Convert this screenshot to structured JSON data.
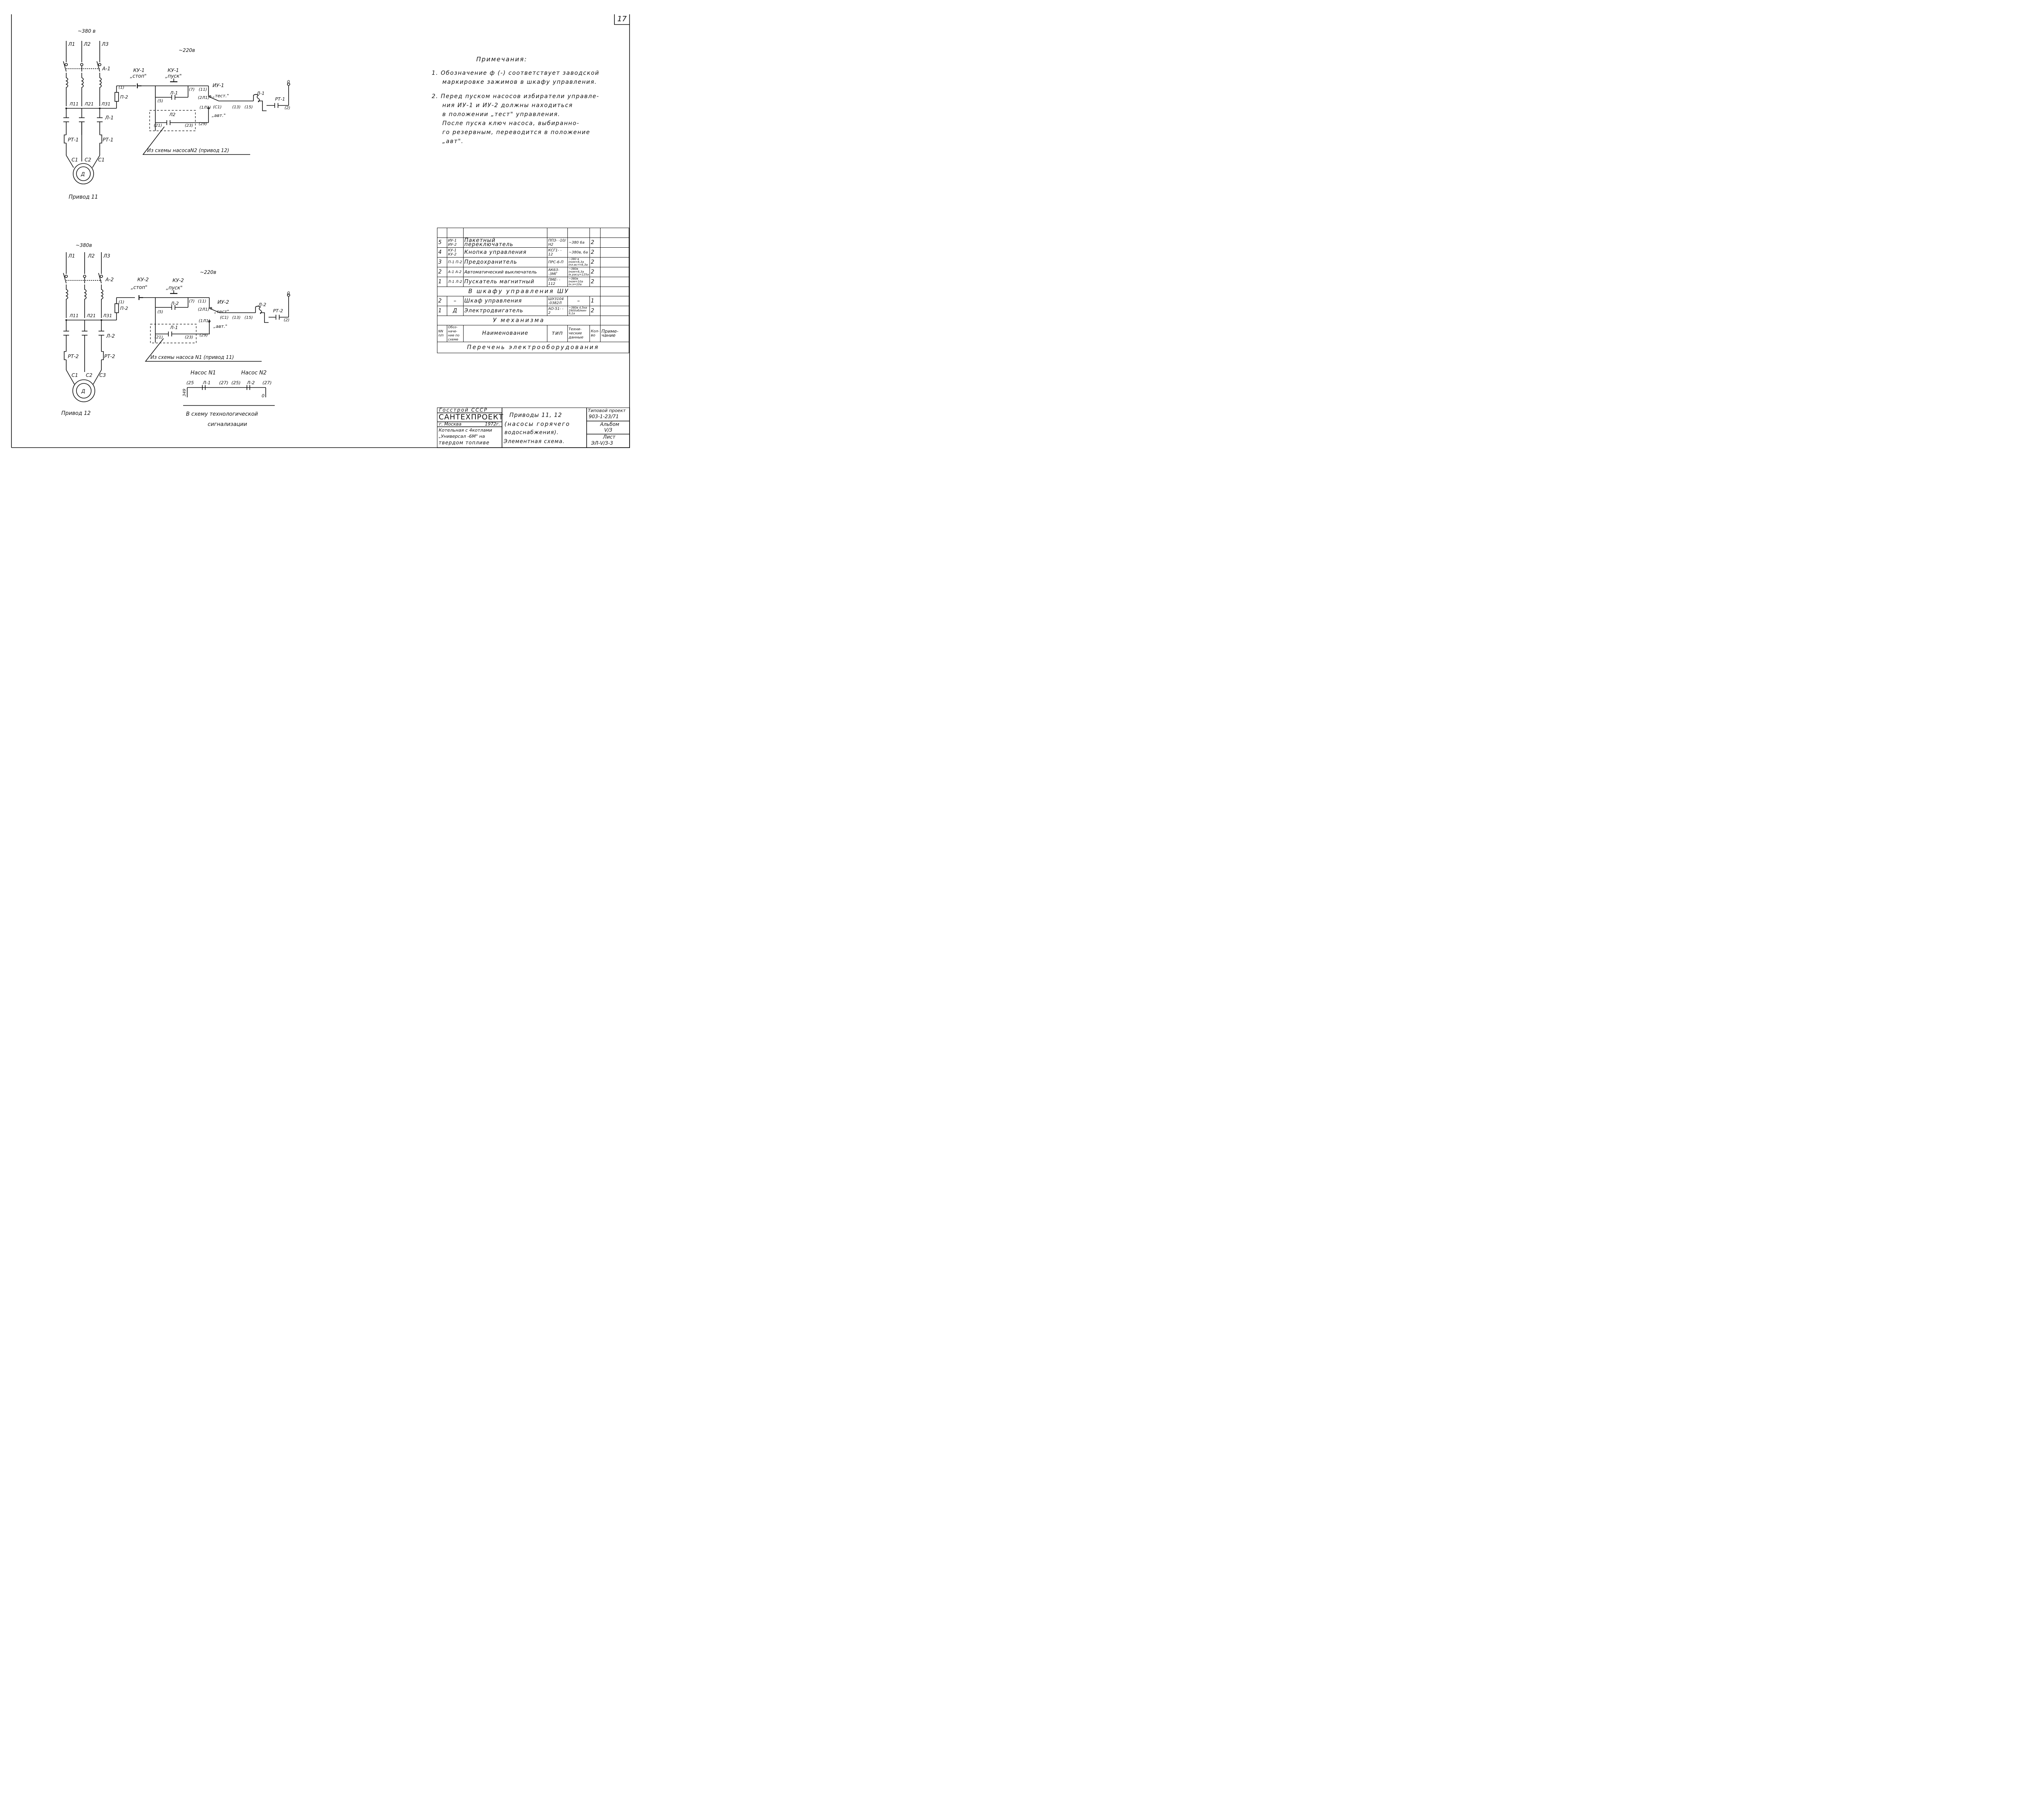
{
  "sheet": {
    "number": "17"
  },
  "drive11": {
    "voltage_main": "~380 в",
    "phases": [
      "Л1",
      "Л2",
      "Л3"
    ],
    "breaker": "А-1",
    "phase_out": [
      "Л11",
      "Л21",
      "Л31"
    ],
    "contactor": "Л-1",
    "relays": [
      "РТ-1",
      "РТ-1"
    ],
    "motor_terms": [
      "С1",
      "С2",
      "С1"
    ],
    "motor": "Д",
    "caption": "Привод 11",
    "control_voltage": "~220в",
    "fuse": "П-2",
    "stop_button": "КУ-1",
    "stop_label": "„стоп\"",
    "start_button": "КУ-1",
    "start_label": "„пуск\"",
    "selector": "ИУ-1",
    "pos_test": "„тест.\"",
    "pos_auto": "„авт.\"",
    "self_contact": "Л-1",
    "ext_contact": "Л2",
    "coil": "Л-1",
    "relay_ctrl": "РТ-1",
    "zero": "0",
    "node_1": "(1)",
    "node_5": "(5)",
    "node_7": "(7)",
    "node_11": "(11)",
    "node_2l1": "(2Л1)",
    "node_1l1": "(1Л1)",
    "node_c1": "(С1)",
    "node_13": "(13)",
    "node_15": "(15)",
    "node_2": "(2)",
    "node_21": "(21)",
    "node_23": "(23)",
    "node_29": "(29)",
    "from_scheme": "Из схемы насосаN2 (привод 12)"
  },
  "drive12": {
    "voltage_main": "~380в",
    "phases": [
      "Л1",
      "Л2",
      "Л3"
    ],
    "breaker": "А-2",
    "phase_out": [
      "Л11",
      "Л21",
      "Л31"
    ],
    "contactor": "Л-2",
    "relays": [
      "РТ-2",
      "РТ-2"
    ],
    "motor_terms": [
      "С1",
      "С2",
      "С3"
    ],
    "motor": "Д",
    "caption": "Привод 12",
    "control_voltage": "~220в",
    "fuse": "П-2",
    "stop_button": "КУ-2",
    "stop_label": "„стоп\"",
    "start_button": "КУ-2",
    "start_label": "„пуск\"",
    "selector": "ИУ-2",
    "pos_test": "„тест\"",
    "pos_auto": "„авт.\"",
    "self_contact": "Л-2",
    "ext_contact": "Л-1",
    "coil": "Л-2",
    "relay_ctrl": "РТ-2",
    "zero": "0",
    "node_1": "(1)",
    "node_5": "(5)",
    "node_7": "(7)",
    "node_11": "(11)",
    "node_2l1": "(2Л1)",
    "node_1l1": "(1Л1)",
    "node_c1": "(С1)",
    "node_13": "(13)",
    "node_15": "(15)",
    "node_2": "(2)",
    "node_21": "(21)",
    "node_23": "(23)",
    "node_29": "(29)",
    "from_scheme": "Из схемы насоса N1 (привод 11)"
  },
  "signal": {
    "pump1": "Насос N1",
    "pump2": "Насос N2",
    "node_25a": "(25",
    "l1": "Л-1",
    "node_27a": "(27)",
    "node_25b": "(25)",
    "l2": "Л-2",
    "node_27b": "(27)",
    "feed": "349",
    "zero": "0",
    "caption_1": "В схему технологической",
    "caption_2": "сигнализации"
  },
  "notes": {
    "title": "Примечания:",
    "lines": [
      "1. Обозначение ф (-) соответствует заводской",
      "маркировке зажимов в шкафу управления.",
      "2. Перед пуском насосов избиратели управле-",
      "ния ИУ-1 и ИУ-2 должны находиться",
      "в положении „тест\" управления.",
      "После пуска ключ насоса, выбиранно-",
      "го резервным, переводится в положение",
      "„авт\"."
    ]
  },
  "equipment": {
    "rows_cabinet": [
      {
        "n": "5",
        "code": "ИУ-1 ИУ-2",
        "name": "Пакетный переключатель",
        "type": "ППЗ- -10/Н2",
        "tech": "~380 6а",
        "qty": "2",
        "note": ""
      },
      {
        "n": "4",
        "code": "КУ-1 КУ-2",
        "name": "Кнопка управления",
        "type": "КСГ1- - 12",
        "tech": "~380в, 6а",
        "qty": "2",
        "note": ""
      },
      {
        "n": "3",
        "code": "П-1 П-2",
        "name": "Предохранитель",
        "type": "ПРС-6-П",
        "tech": "~380 в Iном=6,3а Iпл.вст=6,3а",
        "qty": "2",
        "note": ""
      },
      {
        "n": "2",
        "code": "А-1 А-2",
        "name": "Автоматический выключатель",
        "type": "АК63- -3МГ",
        "tech": "~380в Iном=6,3а Iк.расц=125а",
        "qty": "2",
        "note": ""
      },
      {
        "n": "1",
        "code": "Л-1 Л-2",
        "name": "Пускатель магнитный",
        "type": "ПМЕ- - 112",
        "tech": "~380в Iном=10а Iн.э=10а",
        "qty": "2",
        "note": ""
      }
    ],
    "section_cabinet": "В шкафу управления ШУ",
    "rows_mech": [
      {
        "n": "2",
        "code": "–",
        "name": "Шкаф управления",
        "type": "ШУ3104 -0382Л",
        "tech": "–",
        "qty": "1",
        "note": ""
      },
      {
        "n": "1",
        "code": "Д",
        "name": "Электродвигатель",
        "type": "АО-51- - 2",
        "tech": "~380в 4,5кв 2900об/мин 9,1а",
        "qty": "2",
        "note": ""
      }
    ],
    "section_mech": "У механизма",
    "header": {
      "n": "NN п/п",
      "code": "Обоз-наче-ние по схеме",
      "name": "Наименование",
      "type": "тип",
      "tech": "Техни-ческие данные",
      "qty": "Кол-во",
      "note": "Приме-чание"
    },
    "footer": "Перечень электрооборудования"
  },
  "stamp": {
    "org1": "Госстрой СССР",
    "org2": "САНТЕХПРОЕКТ",
    "city": "г. Москва",
    "year": "1972г.",
    "obj1": "Котельная с 4котлами",
    "obj2": "„Универсал -6М\" на",
    "obj3": "твердом топливе",
    "title1": "Приводы 11, 12",
    "title2": "(насосы горячего",
    "title3": "водоснабжения).",
    "title4": "Элементная схема.",
    "proj_label": "Типовой проект",
    "proj_no": "903-1-23/71",
    "album_label": "Альбом",
    "album_no": "V/3",
    "sheet_label": "Лист",
    "sheet_no": "ЭЛ-V/3-3"
  }
}
